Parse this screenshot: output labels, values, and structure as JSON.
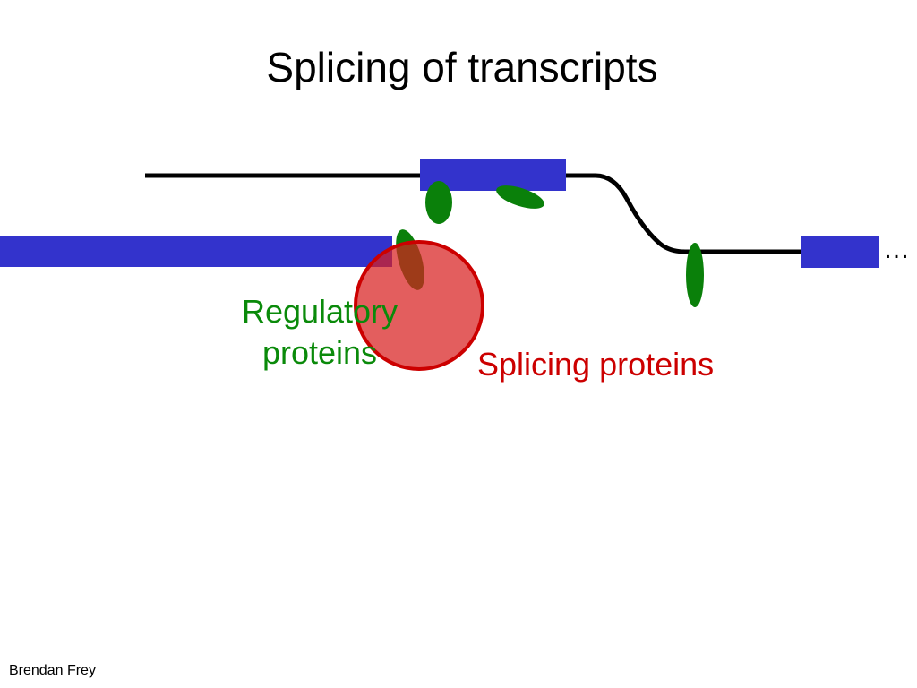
{
  "title": "Splicing of transcripts",
  "labels": {
    "regulatory_line1": "Regulatory",
    "regulatory_line2": "proteins",
    "splicing": "Splicing proteins",
    "continuation": "…"
  },
  "footer": "Brendan Frey",
  "colors": {
    "exon": "#3333cc",
    "intron": "#000000",
    "regulatory_protein": "#0a800a",
    "splicing_protein_fill": "#e06060",
    "splicing_protein_stroke": "#cc0000",
    "regulatory_text": "#0a8a0a",
    "splicing_text": "#cc0000"
  }
}
